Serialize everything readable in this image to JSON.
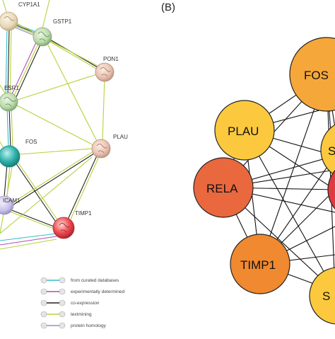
{
  "panel_b": {
    "label": "(B)",
    "nodes": [
      {
        "id": "FOS",
        "label": "FOS",
        "color": "#f6a73a"
      },
      {
        "id": "PLAU",
        "label": "PLAU",
        "color": "#fcc93e"
      },
      {
        "id": "RELA",
        "label": "RELA",
        "color": "#ea683d"
      },
      {
        "id": "TIMP1",
        "label": "TIMP1",
        "color": "#f0892f"
      },
      {
        "id": "S1",
        "label": "S",
        "color": "#fcc93e"
      },
      {
        "id": "S2",
        "label": "S",
        "color": "#fcc93e"
      },
      {
        "id": "RED",
        "label": "",
        "color": "#de3a3f"
      }
    ]
  },
  "panel_a": {
    "nodes": [
      {
        "id": "CYP1A1",
        "label": "CYP1A1"
      },
      {
        "id": "GSTP1",
        "label": "GSTP1"
      },
      {
        "id": "PON1",
        "label": "PON1"
      },
      {
        "id": "ESR1",
        "label": "ESR1"
      },
      {
        "id": "FOS",
        "label": "FOS"
      },
      {
        "id": "PLAU",
        "label": "PLAU"
      },
      {
        "id": "ICAM1",
        "label": "ICAM1"
      },
      {
        "id": "TIMP1",
        "label": "TIMP1"
      }
    ],
    "legend": [
      {
        "label": "from curated databases",
        "color": "#33bccb"
      },
      {
        "label": "experimentally determined",
        "color": "#b14fb1"
      },
      {
        "label": "co-expression",
        "color": "#222222"
      },
      {
        "label": "textmining",
        "color": "#b5d33c"
      },
      {
        "label": "protein homology",
        "color": "#8f8fd6"
      }
    ]
  }
}
